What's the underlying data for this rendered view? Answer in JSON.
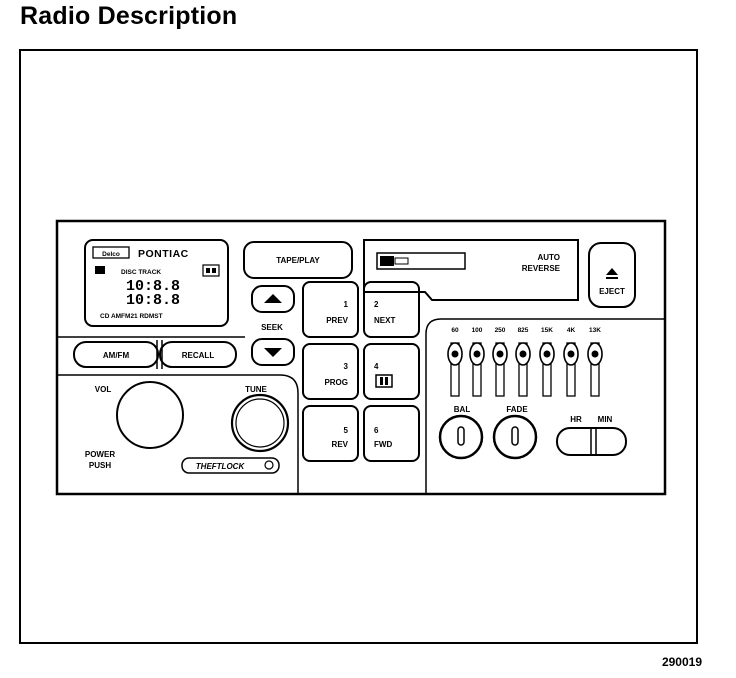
{
  "title": "Radio Description",
  "figure_number": "290019",
  "display": {
    "brand_left": "Delco",
    "brand_right": "PONTIAC",
    "line1": "DISC TRACK",
    "digits_top": "10:8.8",
    "digits_bottom": "10:8.8",
    "line3": "CD AMFM21 RDMST"
  },
  "buttons": {
    "tape_play": "TAPE/PLAY",
    "auto_reverse_1": "AUTO",
    "auto_reverse_2": "REVERSE",
    "eject": "EJECT",
    "seek": "SEEK",
    "am_fm": "AM/FM",
    "recall": "RECALL",
    "vol": "VOL",
    "tune": "TUNE",
    "power_1": "POWER",
    "power_2": "PUSH",
    "theftlock": "THEFTLOCK"
  },
  "presets": [
    {
      "num": "1",
      "label": "PREV"
    },
    {
      "num": "2",
      "label": "NEXT"
    },
    {
      "num": "3",
      "label": "PROG"
    },
    {
      "num": "4",
      "label": ""
    },
    {
      "num": "5",
      "label": "REV"
    },
    {
      "num": "6",
      "label": "FWD"
    }
  ],
  "equalizer": [
    "60",
    "100",
    "250",
    "825",
    "15K",
    "4K",
    "13K"
  ],
  "knobs": {
    "bal": "BAL",
    "fade": "FADE",
    "hr": "HR",
    "min": "MIN"
  }
}
